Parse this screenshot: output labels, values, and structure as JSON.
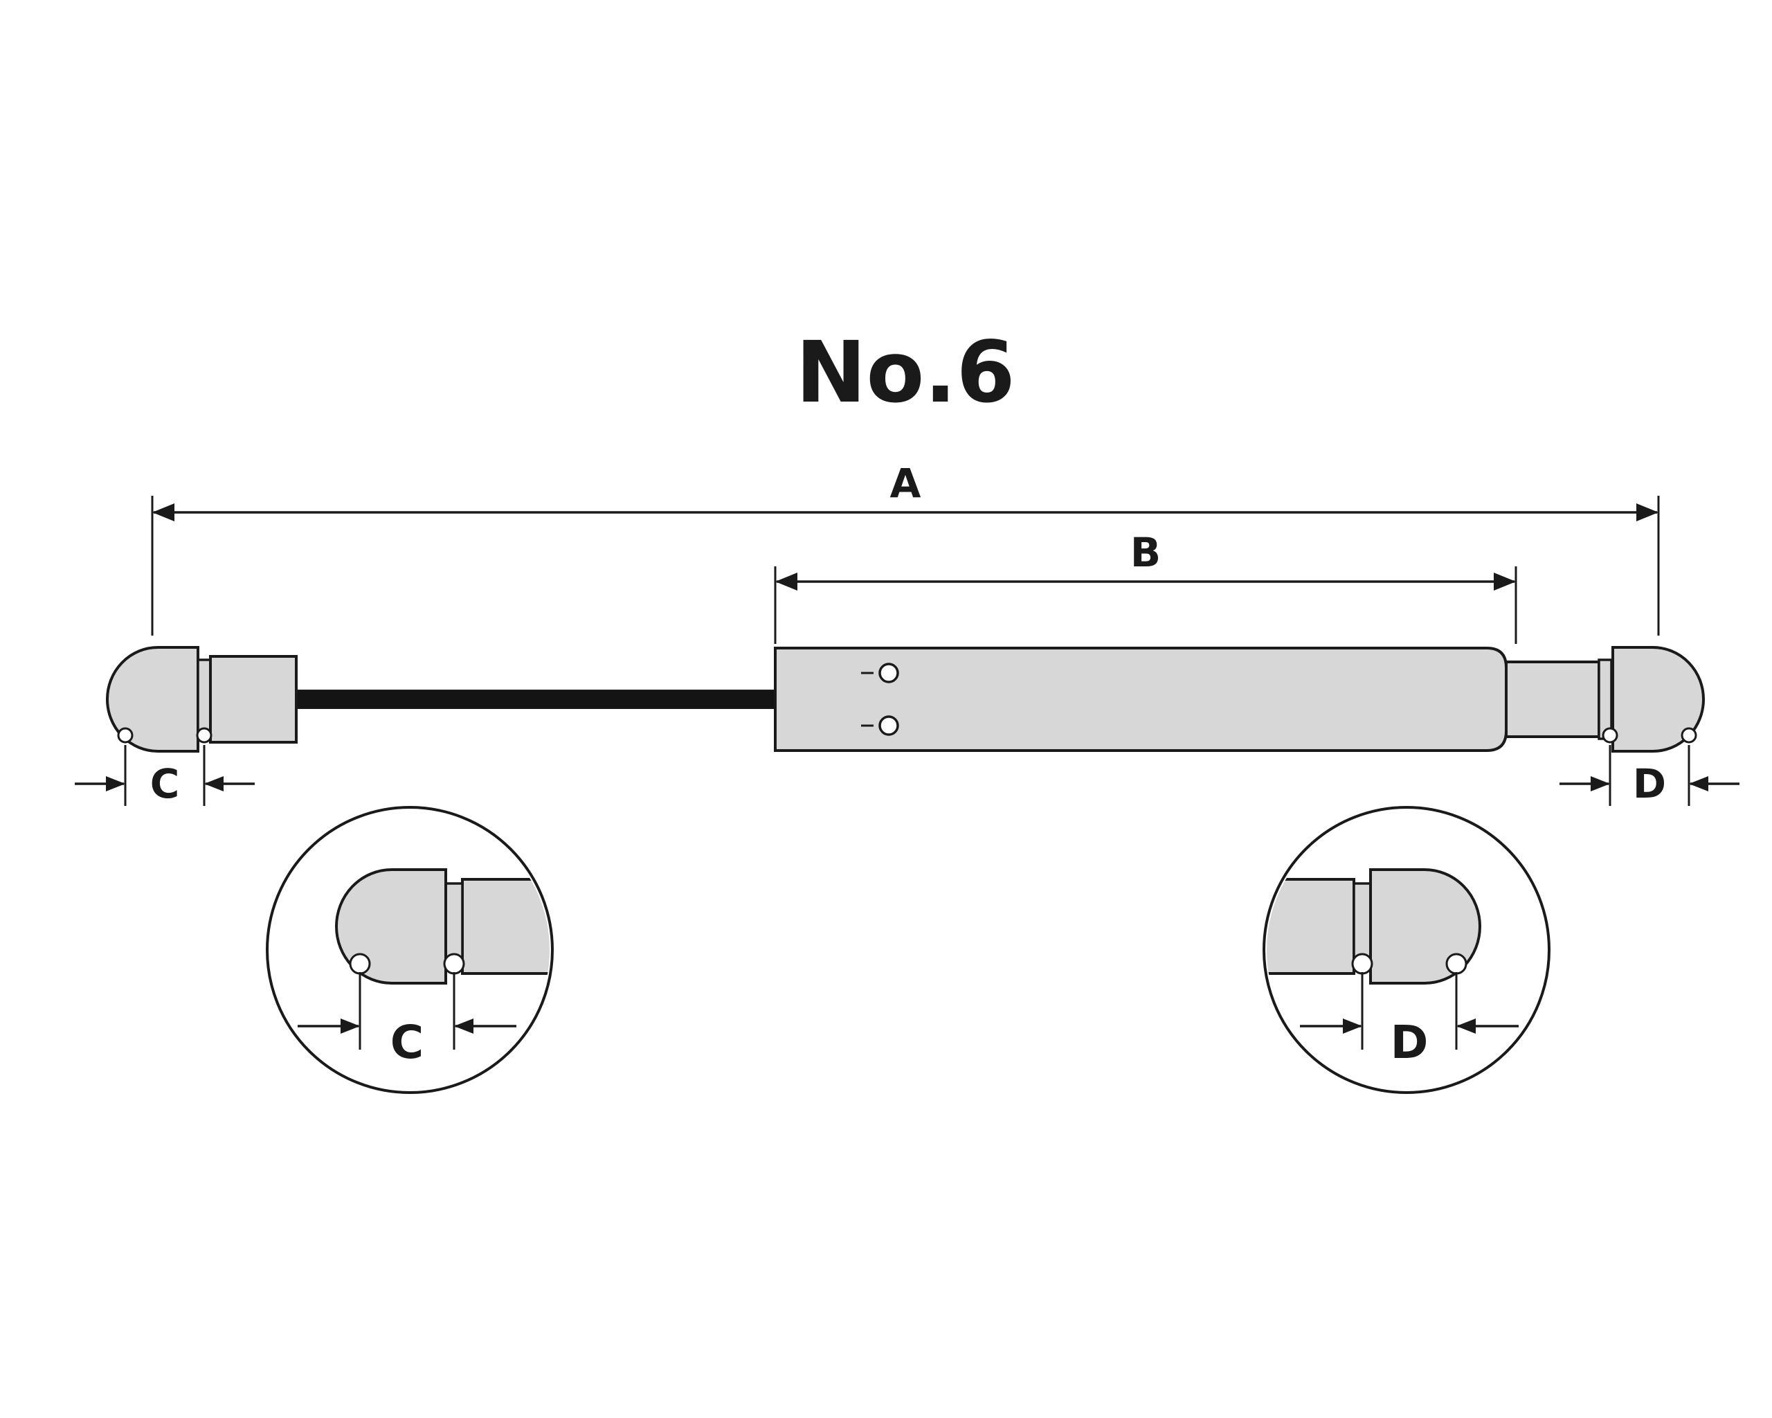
{
  "diagram": {
    "title": "No.6",
    "labels": {
      "dim_a": "A",
      "dim_b": "B",
      "dim_c": "C",
      "dim_d": "D",
      "detail_c": "C",
      "detail_d": "D"
    },
    "colors": {
      "background": "#ffffff",
      "outline": "#1a1a1a",
      "metal": "#d7d7d7",
      "rod": "#141414",
      "hole": "#ffffff"
    }
  }
}
